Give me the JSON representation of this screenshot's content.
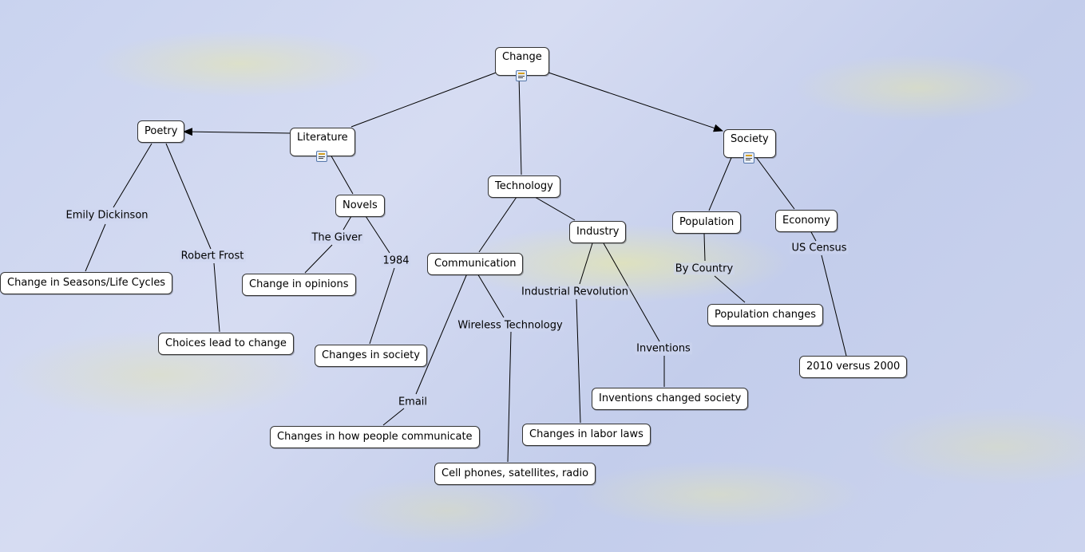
{
  "concepts": {
    "change": "Change",
    "literature": "Literature",
    "poetry": "Poetry",
    "novels": "Novels",
    "technology": "Technology",
    "society": "Society",
    "communication": "Communication",
    "industry": "Industry",
    "population": "Population",
    "economy": "Economy",
    "change_seasons": "Change in Seasons/Life Cycles",
    "choices": "Choices lead to change",
    "change_opinions": "Change in opinions",
    "changes_society": "Changes in society",
    "changes_communicate": "Changes in how people communicate",
    "cell_phones": "Cell phones, satellites, radio",
    "labor_laws": "Changes in labor laws",
    "inventions_changed": "Inventions changed society",
    "population_changes": "Population changes",
    "versus": "2010 versus 2000"
  },
  "linking_phrases": {
    "emily": "Emily Dickinson",
    "robert": "Robert Frost",
    "giver": "The Giver",
    "nineteen84": "1984",
    "wireless": "Wireless Technology",
    "email": "Email",
    "industrial_revolution": "Industrial Revolution",
    "inventions": "Inventions",
    "by_country": "By Country",
    "us_census": "US Census"
  },
  "icons": {
    "resource": "document-icon"
  },
  "colors": {
    "node_border": "#333333",
    "line": "#000000"
  }
}
